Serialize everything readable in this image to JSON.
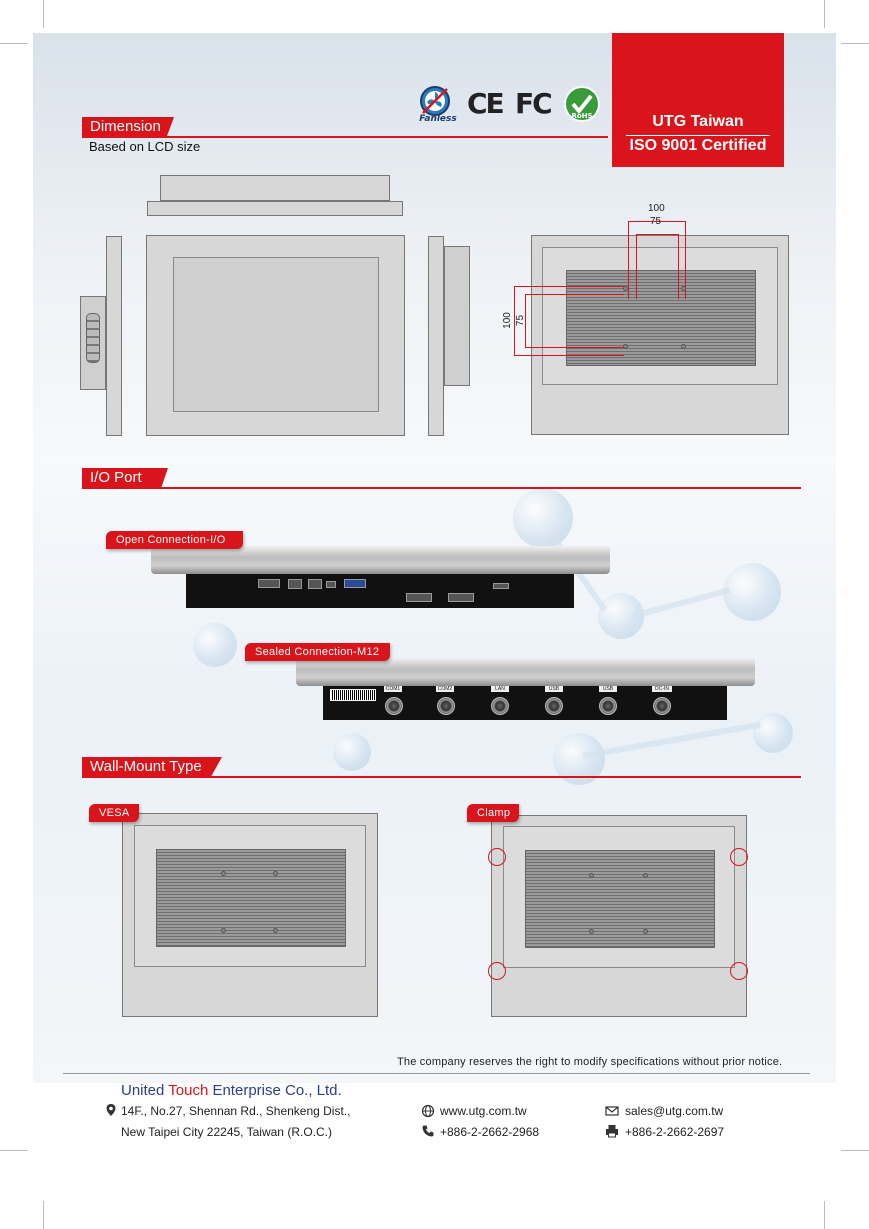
{
  "certification": {
    "line1": "UTG Taiwan",
    "line2": "ISO 9001 Certified"
  },
  "logos": {
    "fanless": "Fanless",
    "ce": "CE",
    "fc": "FC",
    "rohs": "RoHS"
  },
  "dimension": {
    "heading": "Dimension",
    "subtitle": "Based on LCD size",
    "vesa_outer": "100",
    "vesa_inner": "75",
    "vesa_side_outer": "100",
    "vesa_side_inner": "75"
  },
  "io_port": {
    "heading": "I/O Port",
    "open_label": "Open Connection-I/O",
    "sealed_label": "Sealed Connection-M12",
    "m12_ports": [
      "COM1",
      "COM2",
      "LAN",
      "USB",
      "USB",
      "DC-IN"
    ]
  },
  "wall_mount": {
    "heading": "Wall-Mount Type",
    "vesa_label": "VESA",
    "clamp_label": "Clamp"
  },
  "footer": {
    "notice": "The company reserves the right to modify specifications without prior notice.",
    "company_part1": "United ",
    "company_part2": "Touch",
    "company_part3": " Enterprise Co., Ltd.",
    "address_line1": "14F., No.27, Shennan Rd., Shenkeng Dist.,",
    "address_line2": "New Taipei City 22245, Taiwan (R.O.C.)",
    "website": "www.utg.com.tw",
    "phone": "+886-2-2662-2968",
    "email": "sales@utg.com.tw",
    "fax": "+886-2-2662-2697"
  },
  "colors": {
    "brand_red": "#d9141b",
    "company_blue": "#2c3e8c"
  }
}
